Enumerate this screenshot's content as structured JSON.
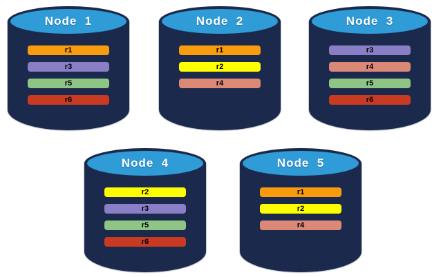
{
  "diagram": {
    "description_visible_text_only": "",
    "colors": {
      "cylinder_body": "#1B2A4C",
      "cylinder_top": "#2F9BD7",
      "cylinder_rim": "#1B2A4C",
      "title_text": "#FFFFFF",
      "bar_text": "#000000",
      "replicas": {
        "r1": "#F89B0D",
        "r2": "#FEFE00",
        "r3": "#8A7EC6",
        "r4": "#DC8877",
        "r5": "#8FC584",
        "r6": "#C83A22"
      }
    },
    "nodes": [
      {
        "label": "Node  1",
        "replicas": [
          "r1",
          "r3",
          "r5",
          "r6"
        ]
      },
      {
        "label": "Node  2",
        "replicas": [
          "r1",
          "r2",
          "r4"
        ]
      },
      {
        "label": "Node  3",
        "replicas": [
          "r3",
          "r4",
          "r5",
          "r6"
        ]
      },
      {
        "label": "Node  4",
        "replicas": [
          "r2",
          "r3",
          "r5",
          "r6"
        ]
      },
      {
        "label": "Node  5",
        "replicas": [
          "r1",
          "r2",
          "r4"
        ]
      }
    ]
  }
}
